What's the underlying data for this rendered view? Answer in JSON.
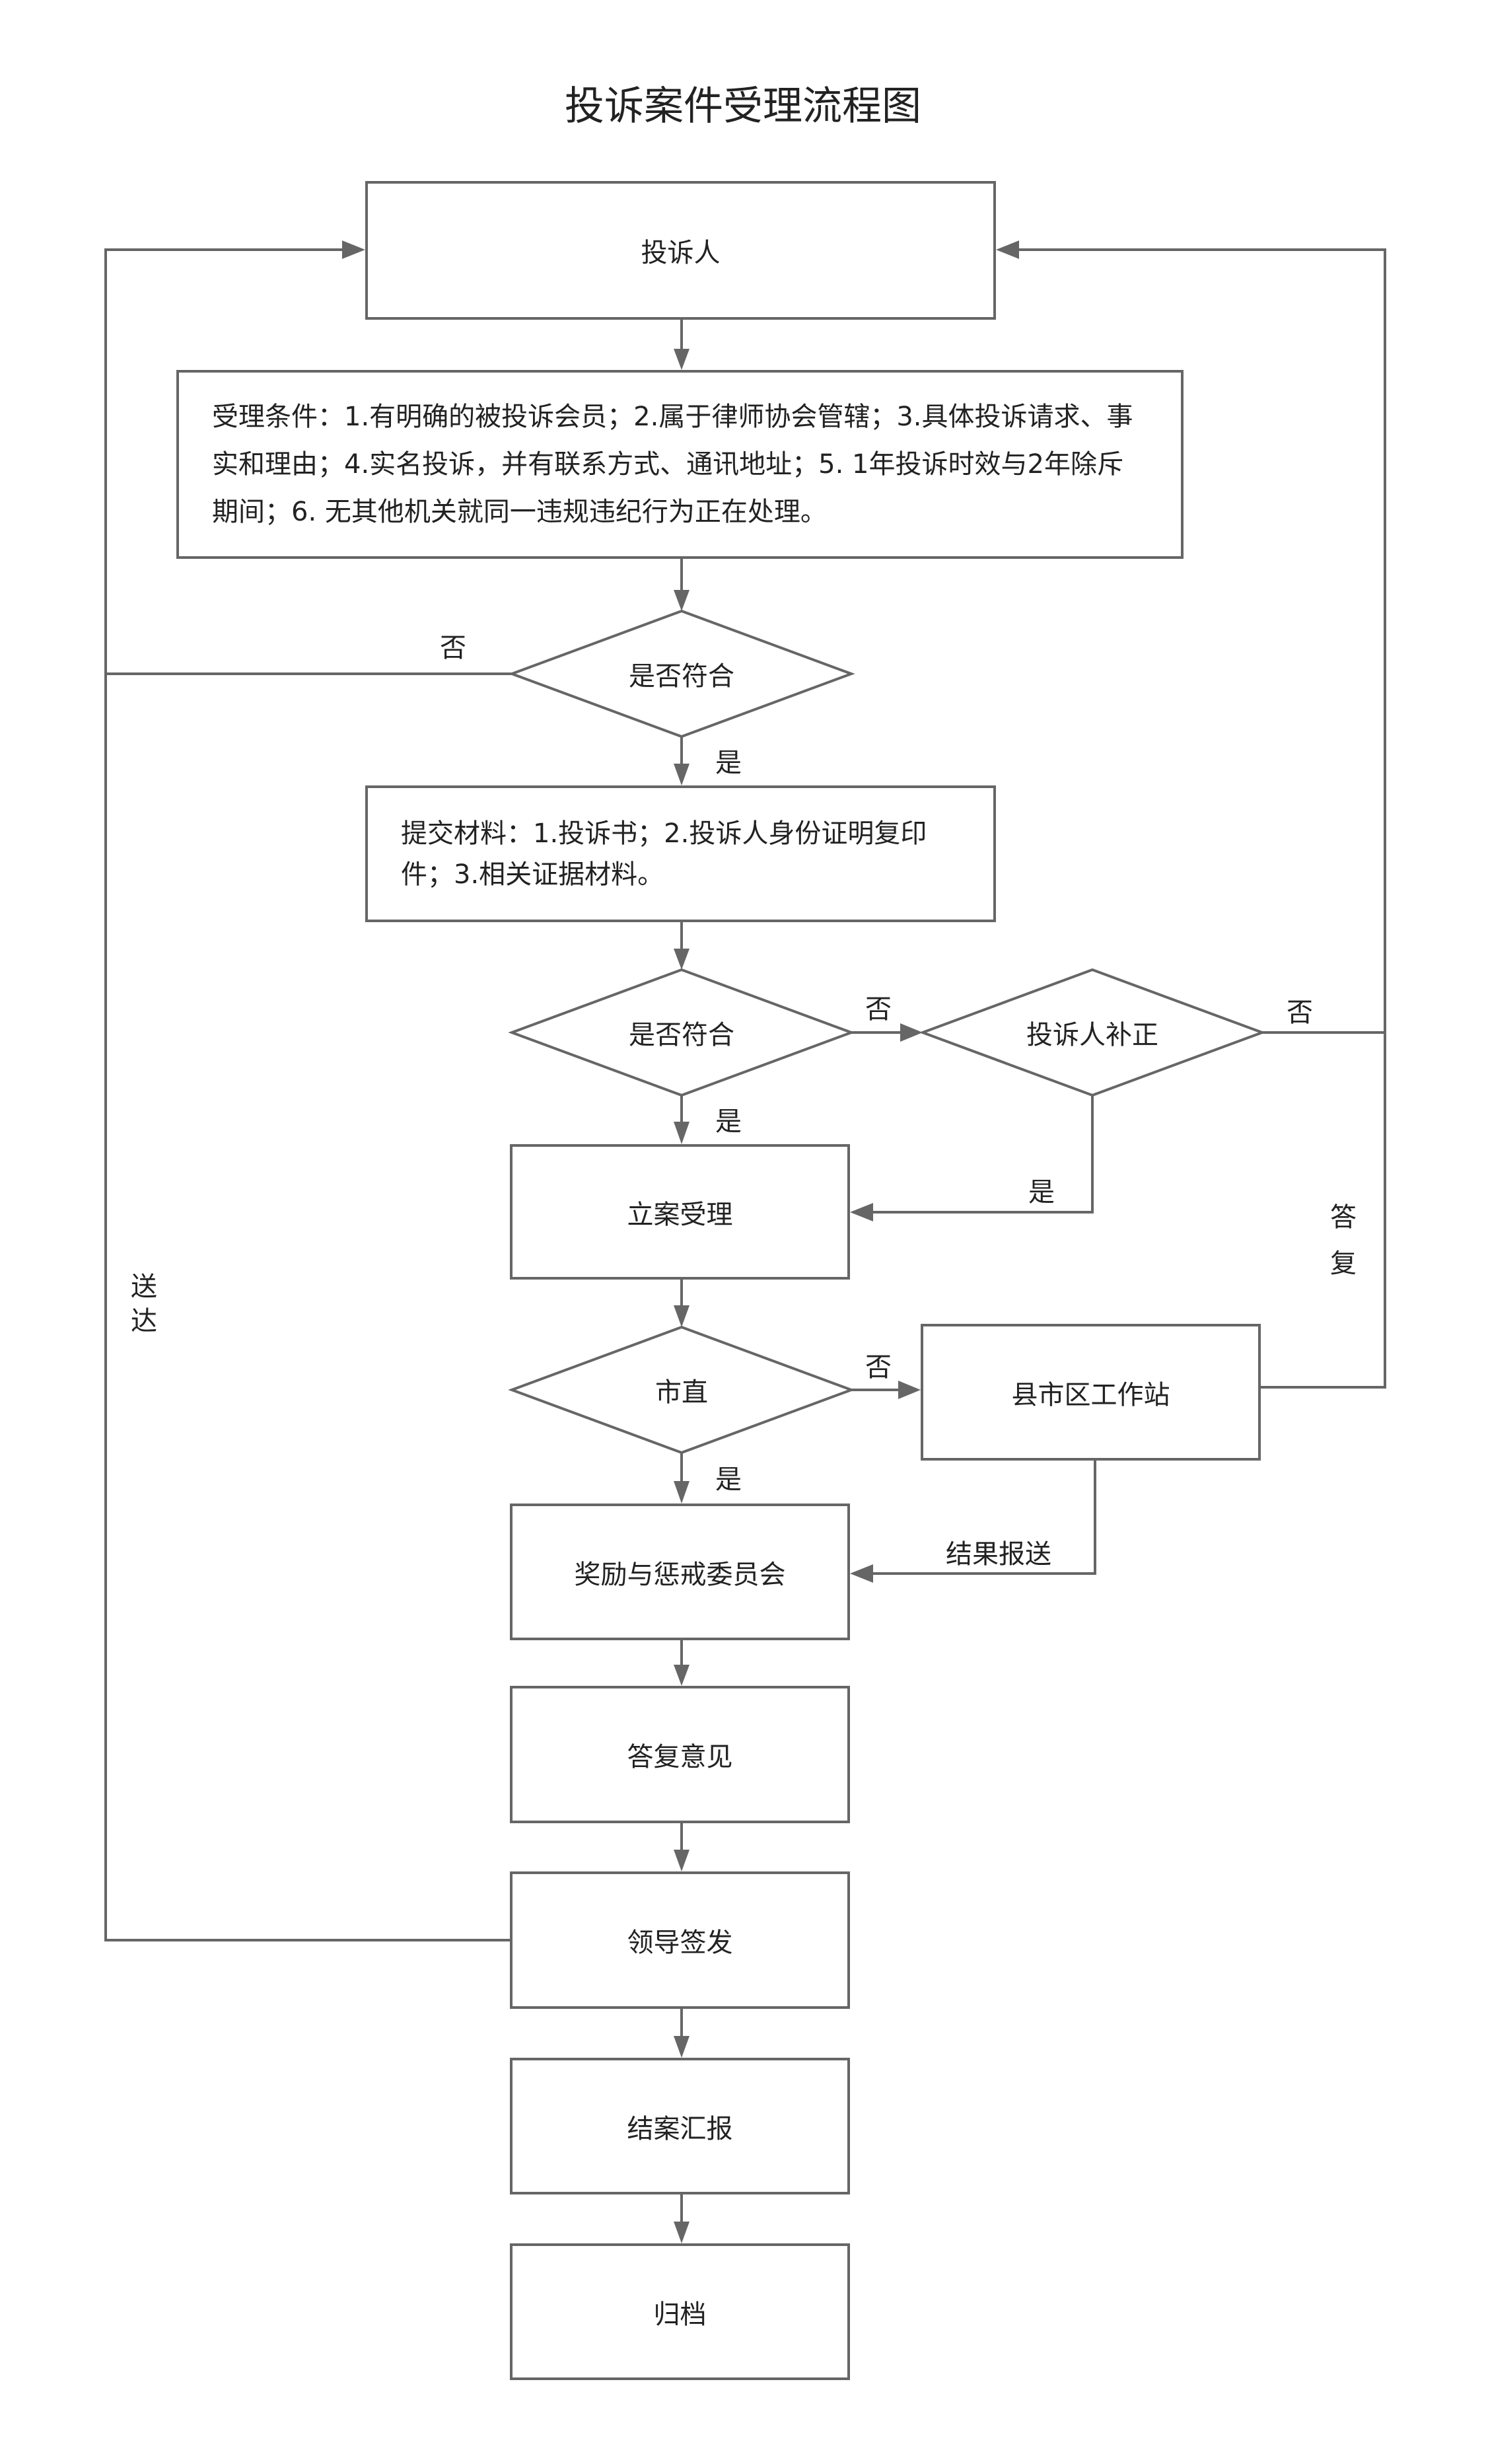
{
  "title": "投诉案件受理流程图",
  "colors": {
    "line": "#666666",
    "text": "#222222",
    "background": "#ffffff"
  },
  "nodes": {
    "complainant": "投诉人",
    "conditions": "受理条件：1.有明确的被投诉会员；2.属于律师协会管辖；3.具体投诉请求、事实和理由；4.实名投诉，并有联系方式、通讯地址；5. 1年投诉时效与2年除斥期间；6. 无其他机关就同一违规违纪行为正在处理。",
    "decision_1": "是否符合",
    "materials": "提交材料：1.投诉书；2.投诉人身份证明复印件；3.相关证据材料。",
    "decision_2": "是否符合",
    "supplement": "投诉人补正",
    "filing": "立案受理",
    "decision_city": "市直",
    "county_station": "县市区工作站",
    "committee": "奖励与惩戒委员会",
    "reply_opinion": "答复意见",
    "leader_sign": "领导签发",
    "closing_report": "结案汇报",
    "archive": "归档"
  },
  "edge_labels": {
    "d1_no": "否",
    "d1_yes": "是",
    "d2_no": "否",
    "d2_yes": "是",
    "supplement_no": "否",
    "supplement_yes": "是",
    "city_no": "否",
    "city_yes": "是",
    "result_report": "结果报送",
    "reply": [
      "答",
      "复"
    ],
    "deliver": [
      "送",
      "达"
    ]
  }
}
